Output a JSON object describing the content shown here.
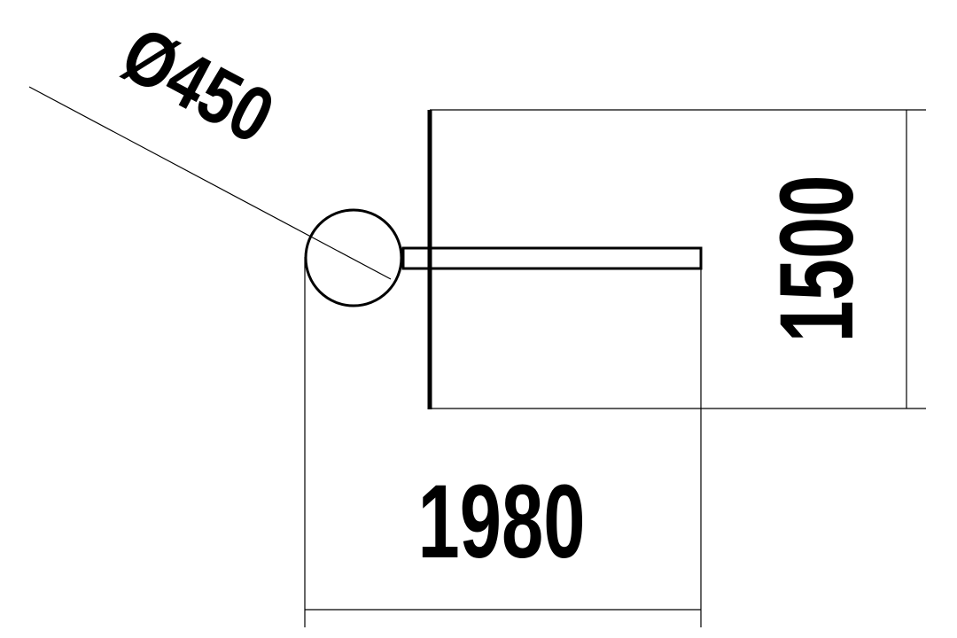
{
  "drawing": {
    "diameter_label": "Ø450",
    "height_label": "1500",
    "width_label": "1980",
    "line_color": "#000000",
    "background_color": "#ffffff"
  }
}
